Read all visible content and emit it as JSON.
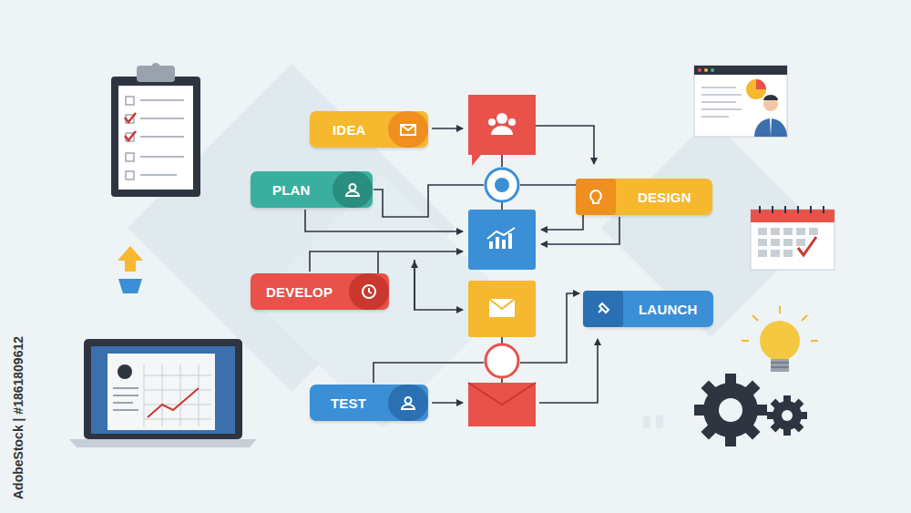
{
  "diagram": {
    "nodes": [
      {
        "text": [
          "IDEA"
        ]
      },
      {
        "text": [
          "PLAN"
        ]
      },
      {
        "text": [
          "DESIGN"
        ]
      },
      {
        "text": [
          "DEVELOP"
        ]
      },
      {
        "text": [
          "LAUNCH"
        ]
      },
      {
        "text": [
          "TEST"
        ]
      }
    ],
    "labels": [
      "AdobeStock | #1861809612"
    ]
  }
}
